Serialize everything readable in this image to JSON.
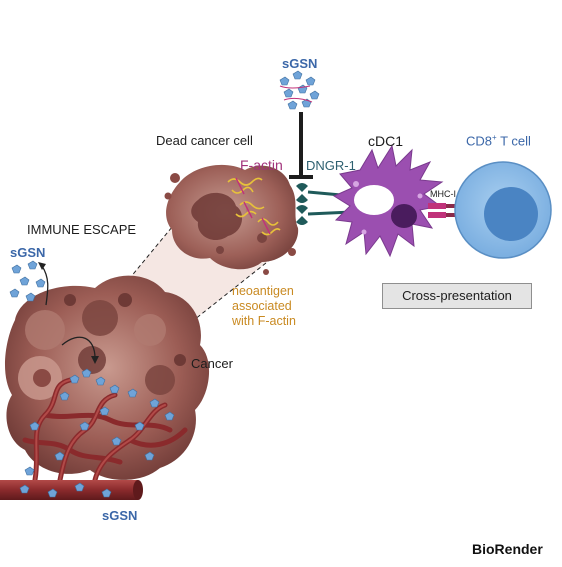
{
  "labels": {
    "sgsn_top": "sGSN",
    "dead_cancer_cell": "Dead cancer cell",
    "f_actin": "F-actin",
    "dngr1": "DNGR-1",
    "cdc1": "cDC1",
    "cd8_base": "CD8",
    "cd8_sup": "+",
    "cd8_rest": " T cell",
    "immune_escape": "IMMUNE ESCAPE",
    "sgsn_left": "sGSN",
    "neoantigen_1": "neoantigen",
    "neoantigen_2": "associated",
    "neoantigen_3": "with F-actin",
    "mhc1": "MHC-I",
    "cross_presentation": "Cross-presentation",
    "cancer": "Cancer",
    "sgsn_bottom": "sGSN",
    "biorender": "BioRender"
  },
  "colors": {
    "tumor_dark": "#6e3a36",
    "tumor_mid": "#9c5d55",
    "tumor_light": "#c79a90",
    "vessel": "#8a2a2c",
    "sgsn_blue": "#6fa3d8",
    "dc_purple": "#9b4fb0",
    "tcell_blue": "#8fbde8",
    "f_actin_yellow": "#e7c23a"
  }
}
